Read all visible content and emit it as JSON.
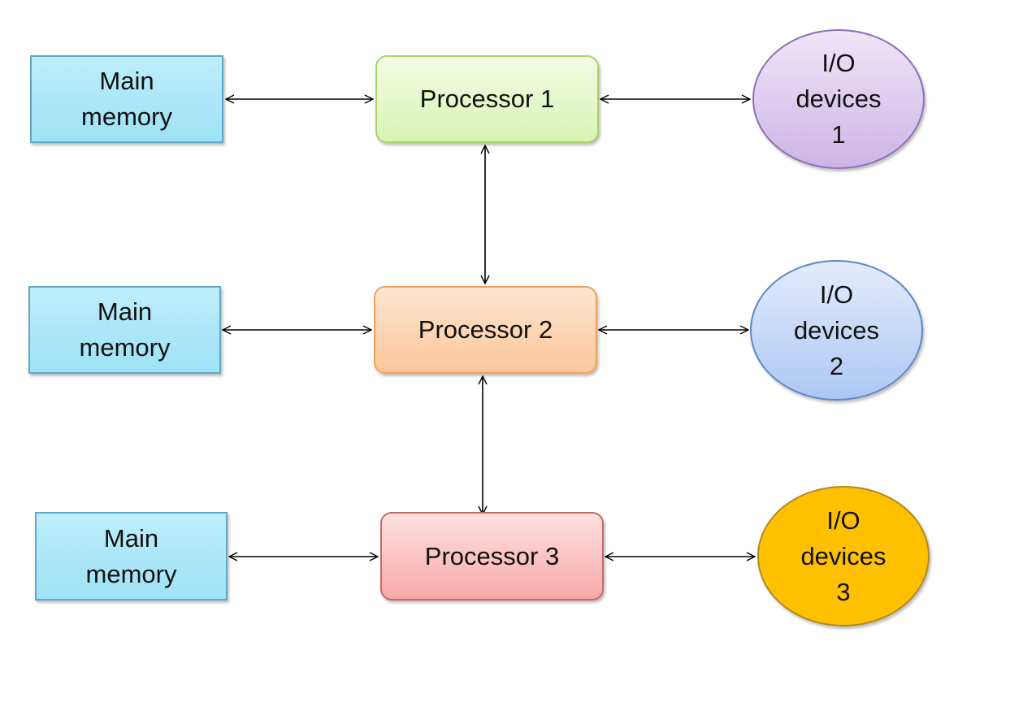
{
  "main_memory": [
    {
      "line1": "Main",
      "line2": "memory"
    },
    {
      "line1": "Main",
      "line2": "memory"
    },
    {
      "line1": "Main",
      "line2": "memory"
    }
  ],
  "processors": [
    {
      "label": "Processor 1"
    },
    {
      "label": "Processor 2"
    },
    {
      "label": "Processor 3"
    }
  ],
  "io_devices": [
    {
      "line1": "I/O",
      "line2": "devices",
      "line3": "1"
    },
    {
      "line1": "I/O",
      "line2": "devices",
      "line3": "2"
    },
    {
      "line1": "I/O",
      "line2": "devices",
      "line3": "3"
    }
  ],
  "colors": {
    "memory_fill": "#aee8f8",
    "processor_1_fill": "#d9f4b4",
    "processor_2_fill": "#fbc69a",
    "processor_3_fill": "#f9a9a9",
    "io_1_fill": "#ccb5e6",
    "io_2_fill": "#adc7f3",
    "io_3_fill": "#ffc000",
    "connector": "#000000"
  }
}
